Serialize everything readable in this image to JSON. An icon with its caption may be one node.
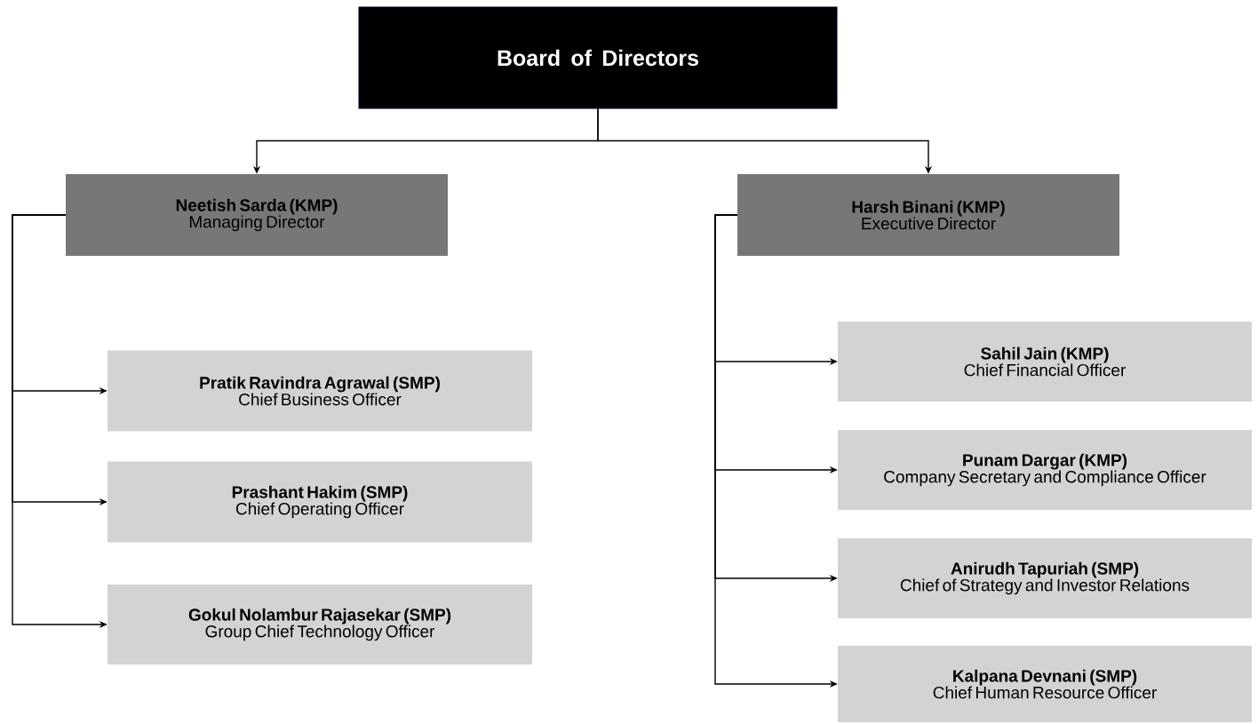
{
  "diagram": {
    "nodes": [
      {
        "text": [
          "Board of Directors"
        ]
      },
      {
        "text": [
          "Neetish Sarda (KMP)",
          "Managing Director"
        ]
      },
      {
        "text": [
          "Harsh Binani (KMP)",
          "Executive Director"
        ]
      },
      {
        "text": [
          "Pratik Ravindra Agrawal (SMP)",
          "Chief Business Officer"
        ]
      },
      {
        "text": [
          "Prashant Hakim (SMP)",
          "Chief Operating Officer"
        ]
      },
      {
        "text": [
          "Gokul Nolambur Rajasekar (SMP)",
          "Group Chief Technology Officer"
        ]
      },
      {
        "text": [
          "Sahil Jain (KMP)",
          "Chief Financial Officer"
        ]
      },
      {
        "text": [
          "Punam Dargar (KMP)",
          "Company Secretary and Compliance Officer"
        ]
      },
      {
        "text": [
          "Anirudh Tapuriah (SMP)",
          "Chief of Strategy and Investor Relations"
        ]
      },
      {
        "text": [
          "Kalpana Devnani (SMP)",
          "Chief Human Resource Officer"
        ]
      }
    ],
    "edges": [
      {
        "from": 0,
        "to": 1,
        "arrow": "to"
      },
      {
        "from": 0,
        "to": 2,
        "arrow": "to"
      },
      {
        "from": 1,
        "to": 3,
        "arrow": "to"
      },
      {
        "from": 1,
        "to": 4,
        "arrow": "to"
      },
      {
        "from": 1,
        "to": 5,
        "arrow": "to"
      },
      {
        "from": 2,
        "to": 6,
        "arrow": "to"
      },
      {
        "from": 2,
        "to": 7,
        "arrow": "to"
      },
      {
        "from": 2,
        "to": 8,
        "arrow": "to"
      },
      {
        "from": 2,
        "to": 9,
        "arrow": "to"
      }
    ]
  }
}
